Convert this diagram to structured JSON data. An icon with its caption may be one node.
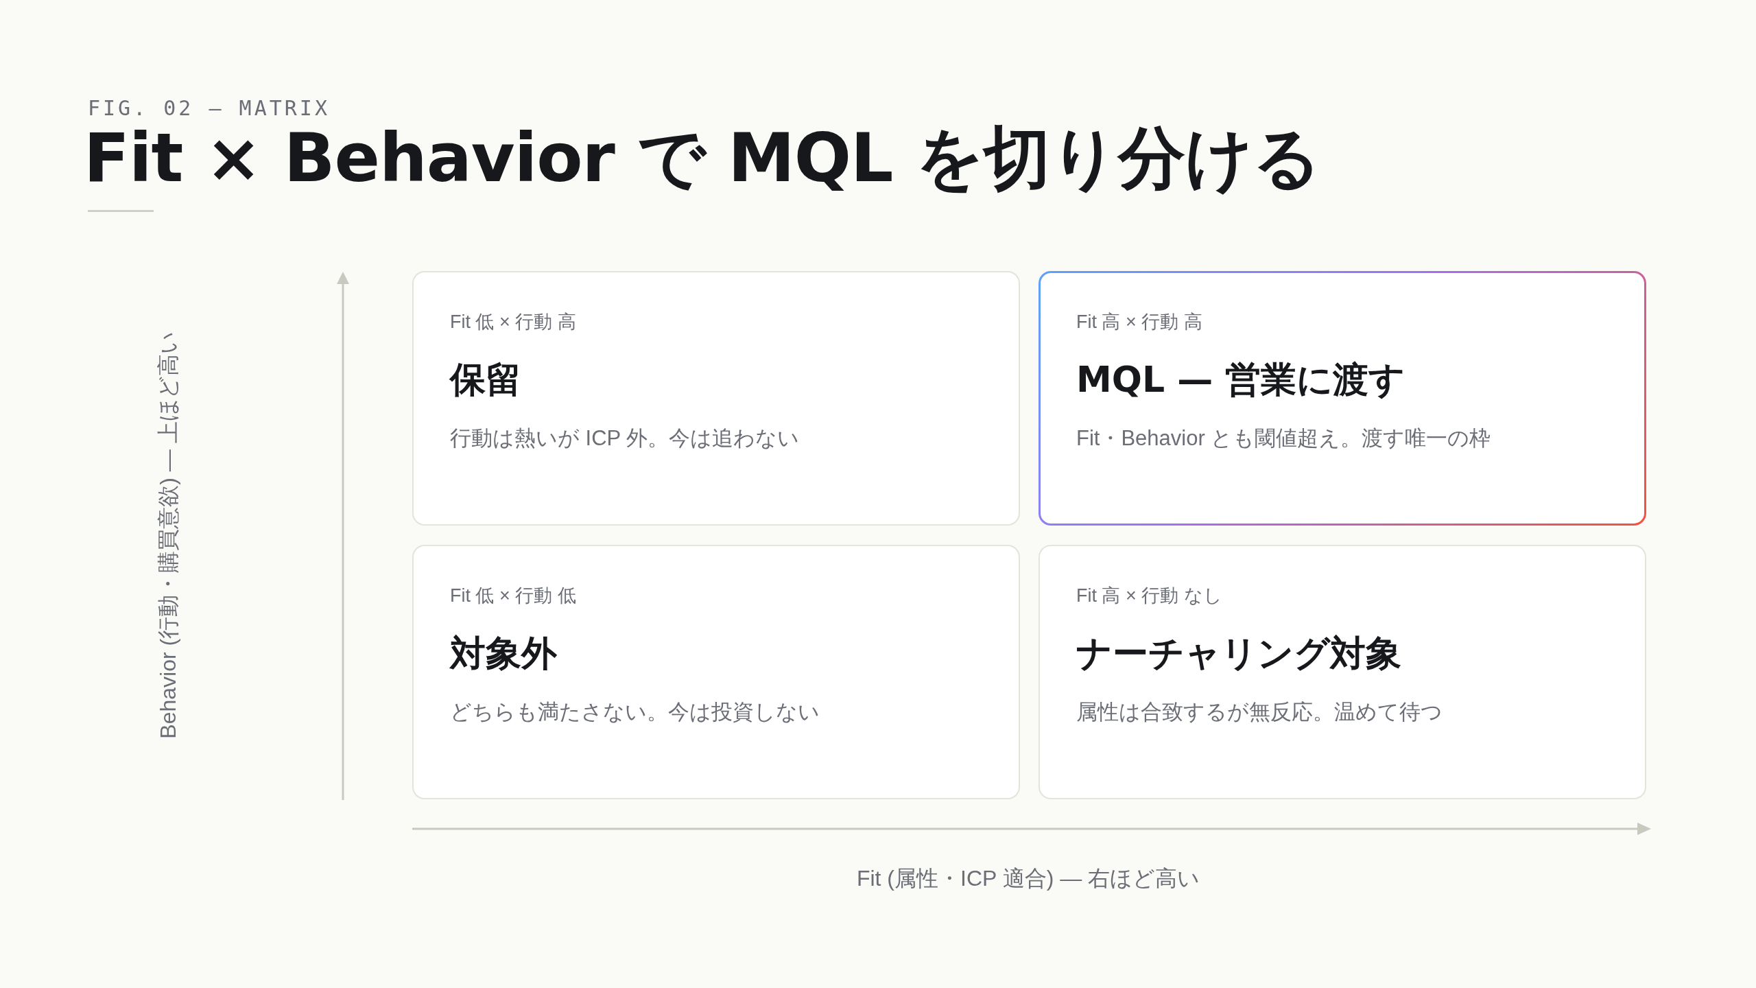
{
  "diagram": {
    "title": "Fit × Behavior で MQL を切り分ける",
    "nodes": [
      {
        "text": [
          "Fit 低 × 行動 高",
          "保留",
          "行動は熱いが ICP 外。今は追わない"
        ]
      },
      {
        "text": [
          "Fit 高 × 行動 高",
          "MQL — 営業に渡す",
          "Fit・Behavior とも閾値超え。渡す唯一の枠"
        ]
      },
      {
        "text": [
          "Fit 低 × 行動 低",
          "対象外",
          "どちらも満たさない。今は投資しない"
        ]
      },
      {
        "text": [
          "Fit 高 × 行動 なし",
          "ナーチャリング対象",
          "属性は合致するが無反応。温めて待つ"
        ]
      }
    ],
    "edges": [],
    "labels": [
      "FIG. 02 — MATRIX",
      "Behavior (行動・購買意欲) — 上ほど高い",
      "Fit (属性・ICP 適合) — 右ほど高い"
    ]
  }
}
